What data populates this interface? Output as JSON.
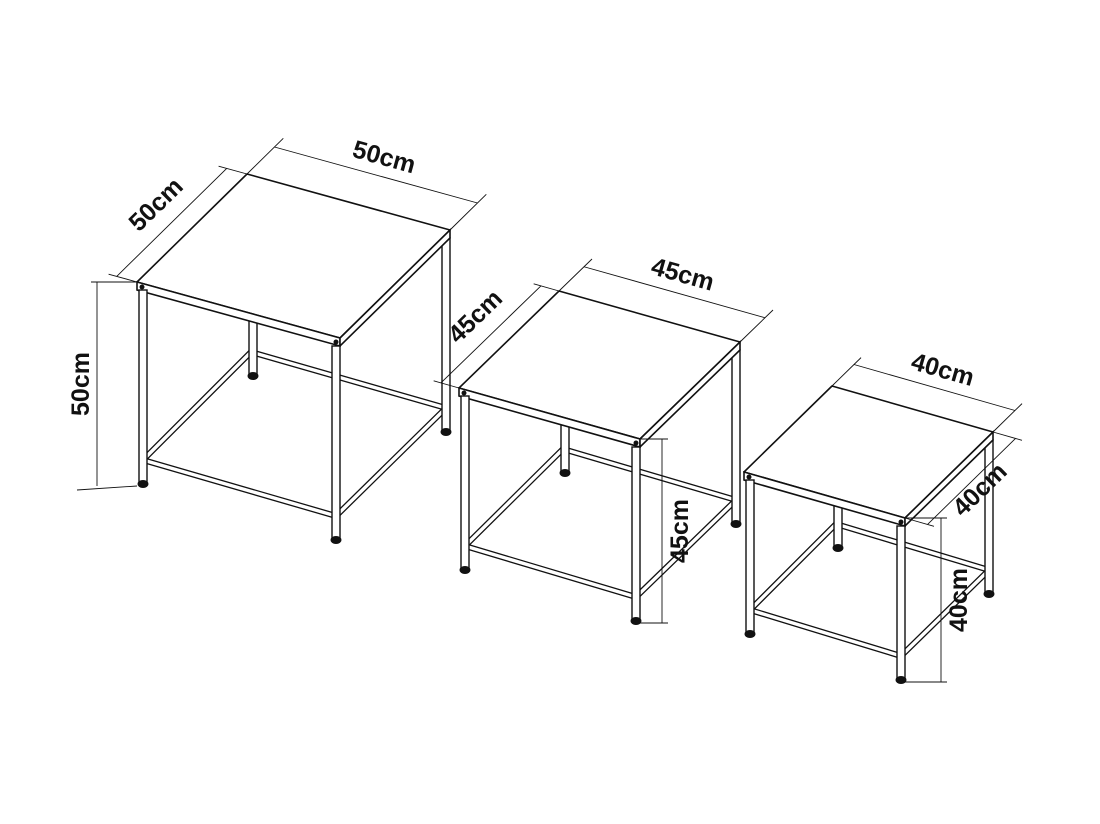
{
  "tables": [
    {
      "width_label": "50cm",
      "depth_label": "50cm",
      "height_label": "50cm"
    },
    {
      "width_label": "45cm",
      "depth_label": "45cm",
      "height_label": "45cm"
    },
    {
      "width_label": "40cm",
      "depth_label": "40cm",
      "height_label": "40cm"
    }
  ],
  "colors": {
    "line": "#111111",
    "background": "#ffffff"
  }
}
